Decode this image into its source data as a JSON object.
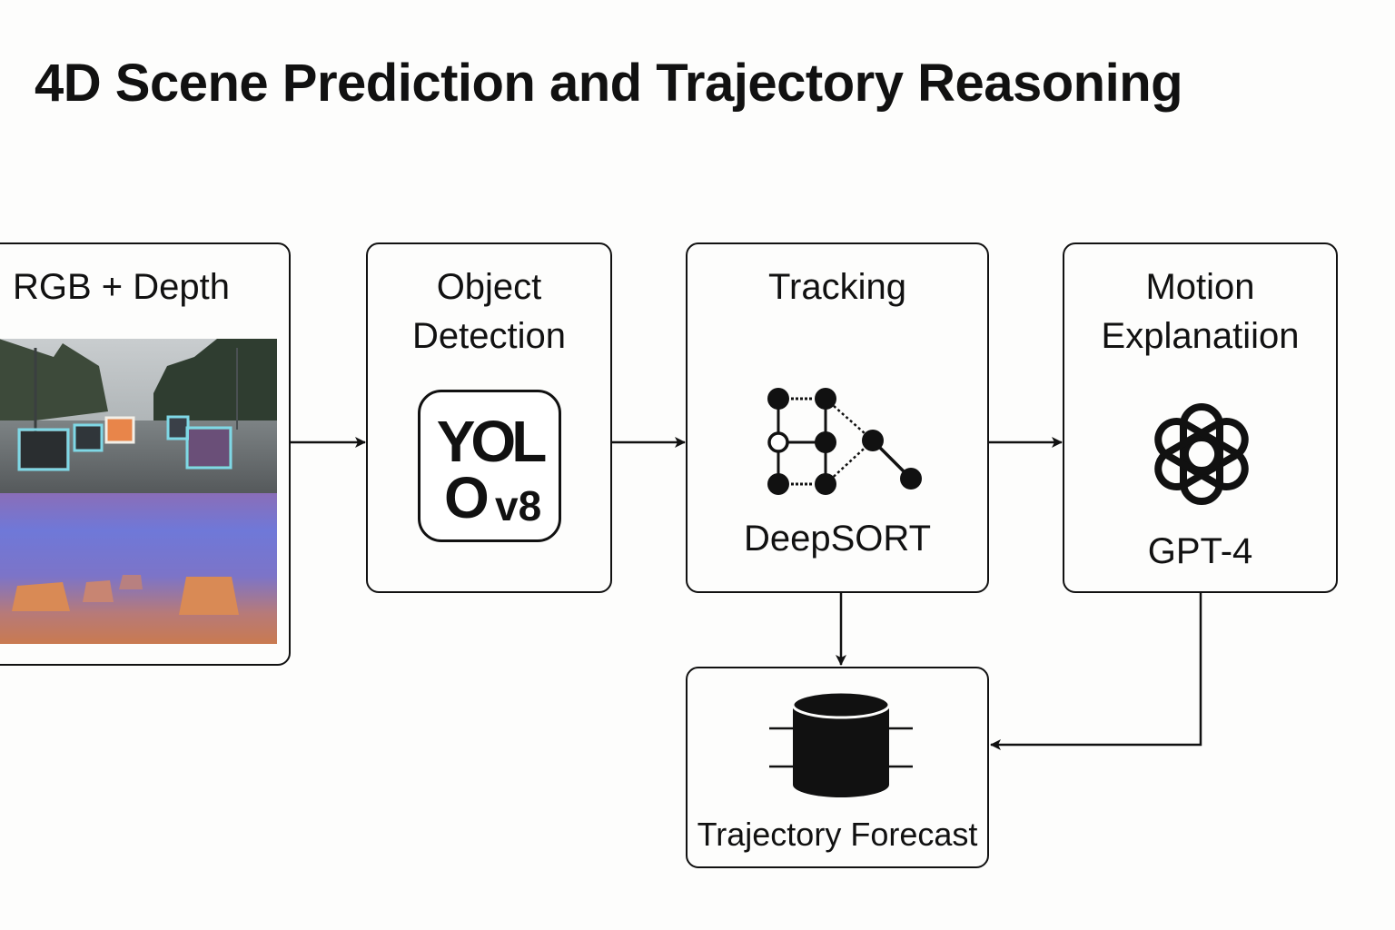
{
  "title": "4D Scene Prediction and Trajectory Reasoning",
  "nodes": {
    "rgb_depth": {
      "label": "RGB + Depth"
    },
    "object_detection": {
      "label_line1": "Object",
      "label_line2": "Detection",
      "logo_line1": "YOL",
      "logo_line2": "O",
      "logo_line3": "v8"
    },
    "tracking": {
      "label": "Tracking",
      "caption": "DeepSORT",
      "icon": "graph-network-icon"
    },
    "motion_explanation": {
      "label_line1": "Motion",
      "label_line2": "Explanatiion",
      "caption": "GPT-4",
      "icon": "openai-knot-icon"
    },
    "trajectory_forecast": {
      "label": "Trajectory Forecast",
      "icon": "database-cylinder-icon"
    }
  },
  "edges": [
    {
      "from": "rgb_depth",
      "to": "object_detection"
    },
    {
      "from": "object_detection",
      "to": "tracking"
    },
    {
      "from": "tracking",
      "to": "motion_explanation"
    },
    {
      "from": "tracking",
      "to": "trajectory_forecast"
    },
    {
      "from": "motion_explanation",
      "to": "trajectory_forecast"
    }
  ],
  "colors": {
    "stroke": "#111111",
    "background": "#fdfdfc",
    "bbox_cyan": "#7fd8e6",
    "bbox_orange": "#e8854a",
    "depth_blue": "#6f78d8",
    "depth_orange": "#c97a50"
  }
}
